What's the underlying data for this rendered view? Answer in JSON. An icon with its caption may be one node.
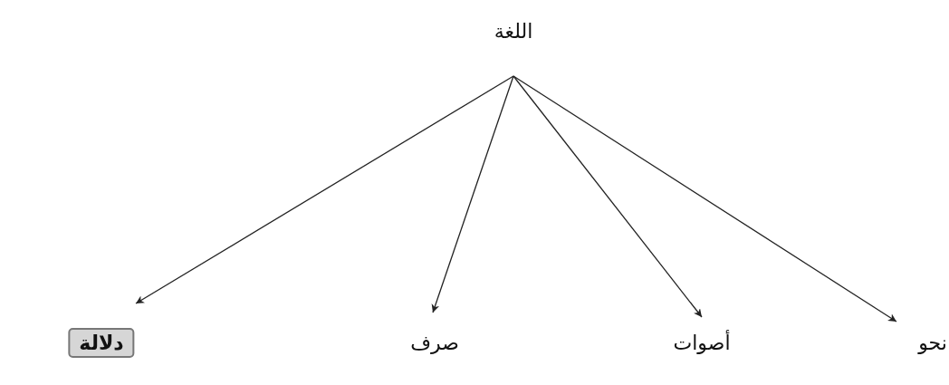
{
  "diagram": {
    "nodes": [
      {
        "text": [
          "اللغة"
        ]
      },
      {
        "text": [
          "دلالة"
        ]
      },
      {
        "text": [
          "صرف"
        ]
      },
      {
        "text": [
          "أصوات"
        ]
      },
      {
        "text": [
          "نحو"
        ]
      }
    ],
    "edges": [
      {
        "from": 0,
        "to": 1,
        "arrow": "to"
      },
      {
        "from": 0,
        "to": 2,
        "arrow": "to"
      },
      {
        "from": 0,
        "to": 3,
        "arrow": "to"
      },
      {
        "from": 0,
        "to": 4,
        "arrow": "to"
      }
    ]
  }
}
